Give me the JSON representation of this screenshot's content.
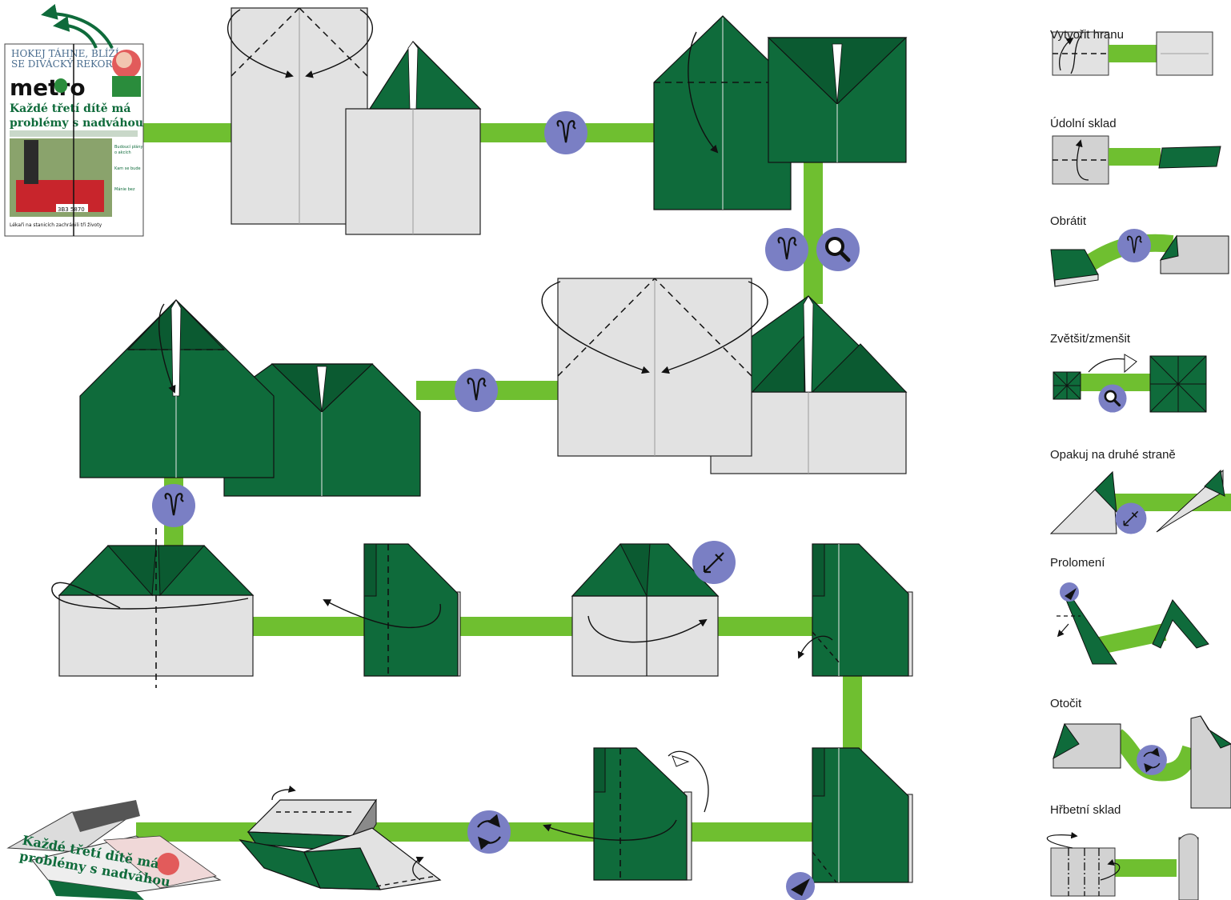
{
  "colors": {
    "green_paper": "#0f6b3b",
    "dark_green": "#0b5a31",
    "grey_paper": "#e2e2e2",
    "path_green": "#6fbf30",
    "symbol_purple": "#7a7fc4"
  },
  "newspaper": {
    "headline_top": "HOKEJ TÁHNE, BLÍŽÍ",
    "headline_top2": "SE DIVÁCKÝ REKORD",
    "brand": "metro",
    "main_headline_1": "Každé třetí dítě má",
    "main_headline_2": "problémy s nadváhou",
    "plate": "3B3 5870",
    "side_item_1": "Budoucí plány",
    "side_item_2": "o akcích",
    "side_item_3": "Kam se bude",
    "side_item_4": "Mánie bez",
    "bottom_caption": "Lékaři na stanicích zachránili tři životy"
  },
  "final_model_text": {
    "line1": "Každé třetí dítě má",
    "line2": "problémy s nadváhou"
  },
  "legend": {
    "items": [
      {
        "title": "Vytvořit hranu",
        "icon": "crease-symbol"
      },
      {
        "title": "Údolní sklad",
        "icon": "valley-fold-symbol"
      },
      {
        "title": "Obrátit",
        "icon": "turn-over-icon"
      },
      {
        "title": "Zvětšit/zmenšit",
        "icon": "zoom-icon"
      },
      {
        "title": "Opakuj na druhé straně",
        "icon": "repeat-behind-icon"
      },
      {
        "title": "Prolomení",
        "icon": "squash-icon"
      },
      {
        "title": "Otočit",
        "icon": "rotate-icon"
      },
      {
        "title": "Hřbetní sklad",
        "icon": "mountain-fold-symbol"
      }
    ]
  }
}
